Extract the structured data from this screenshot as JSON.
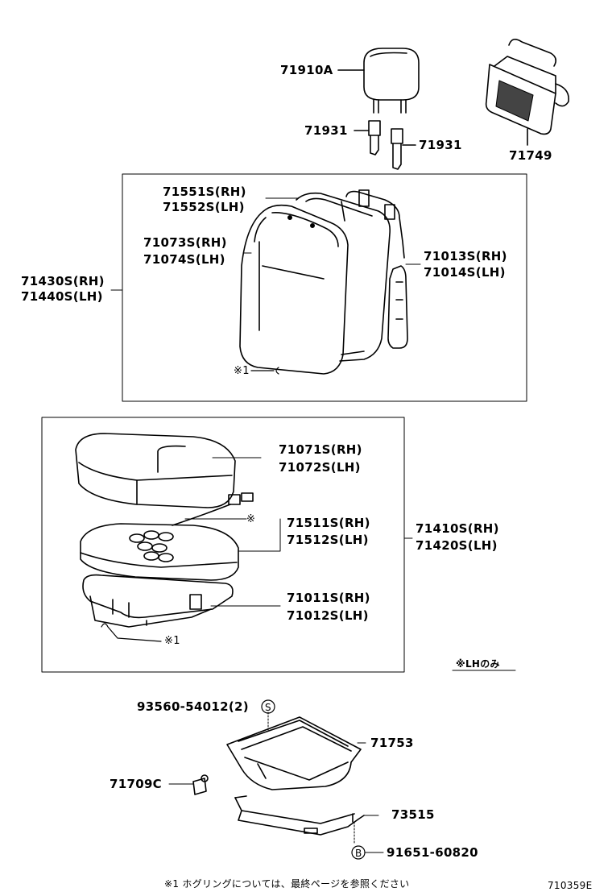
{
  "headrest": {
    "part": "71910A",
    "support_left": "71931",
    "support_right": "71931",
    "pocket": "71749"
  },
  "seatback": {
    "assembly": [
      "71430S(RH)",
      "71440S(LH)"
    ],
    "cover": [
      "71551S(RH)",
      "71552S(LH)"
    ],
    "pad": [
      "71073S(RH)",
      "71074S(LH)"
    ],
    "frame": [
      "71013S(RH)",
      "71014S(LH)"
    ],
    "ring_marker": "※1"
  },
  "cushion": {
    "assembly": [
      "71410S(RH)",
      "71420S(LH)"
    ],
    "cover": [
      "71071S(RH)",
      "71072S(LH)"
    ],
    "pad": [
      "71511S(RH)",
      "71512S(LH)"
    ],
    "pad_marker": "※",
    "frame": [
      "71011S(RH)",
      "71012S(LH)"
    ],
    "ring_marker": "※1",
    "lh_only_note": "※LHのみ"
  },
  "tray": {
    "screw": "93560-54012(2)",
    "screw_symbol": "S",
    "tray_part": "71753",
    "clip": "71709C",
    "bracket": "73515",
    "bolt": "91651-60820",
    "bolt_symbol": "B"
  },
  "footer": {
    "note": "※1 ホグリングについては、最終ページを参照ください",
    "figure_code": "710359E"
  }
}
